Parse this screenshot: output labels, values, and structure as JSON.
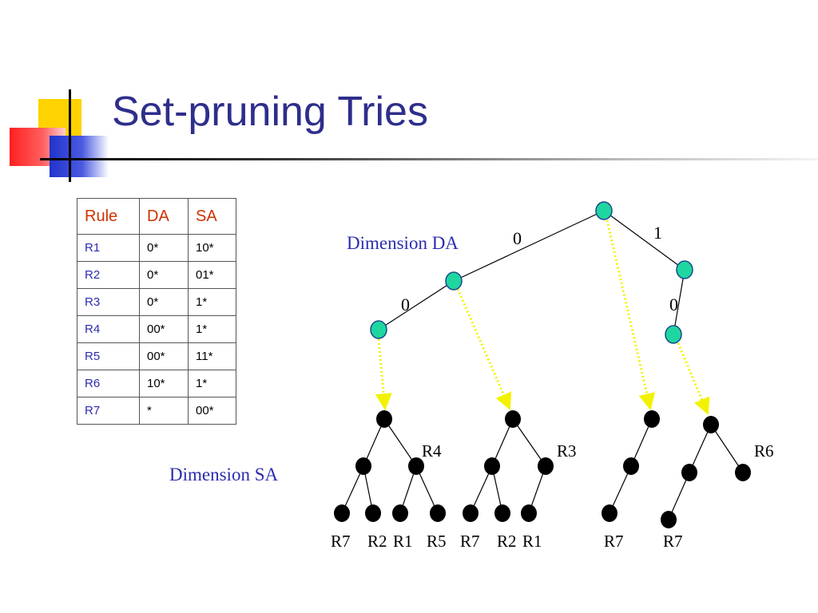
{
  "slide": {
    "title": "Set-pruning Tries"
  },
  "table": {
    "headers": [
      "Rule",
      "DA",
      "SA"
    ],
    "rows": [
      {
        "rule": "R1",
        "da": "0*",
        "sa": "10*"
      },
      {
        "rule": "R2",
        "da": "0*",
        "sa": "01*"
      },
      {
        "rule": "R3",
        "da": "0*",
        "sa": "1*"
      },
      {
        "rule": "R4",
        "da": "00*",
        "sa": "1*"
      },
      {
        "rule": "R5",
        "da": "00*",
        "sa": "11*"
      },
      {
        "rule": "R6",
        "da": "10*",
        "sa": "1*"
      },
      {
        "rule": "R7",
        "da": "*",
        "sa": "00*"
      }
    ]
  },
  "diagram": {
    "dimension_da_label": "Dimension DA",
    "dimension_sa_label": "Dimension SA",
    "edge_labels": [
      "0",
      "1",
      "0",
      "0"
    ],
    "rule_labels": [
      "R4",
      "R3",
      "R6",
      "R7",
      "R2",
      "R1",
      "R5",
      "R7",
      "R2",
      "R1",
      "R7",
      "R7"
    ],
    "colors": {
      "da_node": "#1fd6a0",
      "sa_node": "#000000",
      "pointer": "#f2f200",
      "title": "#2e2e8c",
      "header_text": "#cc3300",
      "rule_text": "#2c2cb0",
      "dimension_label": "#2c2cb0"
    }
  }
}
